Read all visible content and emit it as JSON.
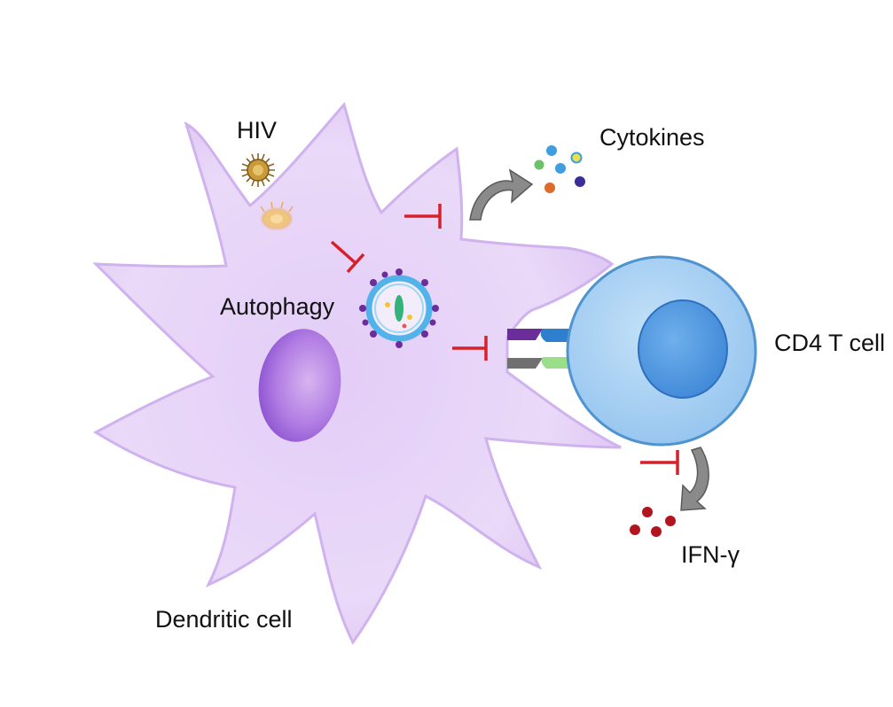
{
  "labels": {
    "hiv": "HIV",
    "cytokines": "Cytokines",
    "autophagy": "Autophagy",
    "cd4_t_cell": "CD4 T cell",
    "ifn_gamma": "IFN-γ",
    "dendritic_cell": "Dendritic cell"
  },
  "colors": {
    "dendritic_cell_fill": "#e8d8f8",
    "dendritic_cell_stroke": "#c8a9ec",
    "dc_nucleus": "#a168d8",
    "t_cell_fill": "#a7d1f4",
    "t_cell_stroke": "#4f94cf",
    "t_cell_nucleus": "#3f8ddc",
    "inhibition": "#d7212a",
    "arrow": "#8b8b8b",
    "hiv_virion": "#b58a2a"
  }
}
